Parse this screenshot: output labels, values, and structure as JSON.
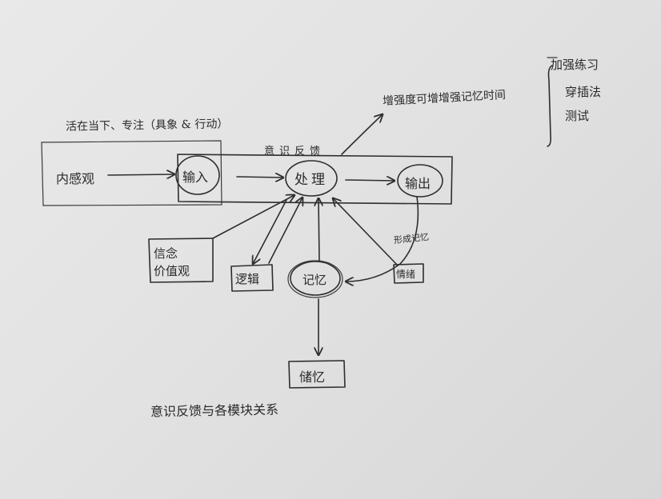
{
  "diagram": {
    "header_note": "活在当下、专注（具象 & 行动）",
    "feedback_label": "意识反馈",
    "top_note": "增强度可增增强记忆时间",
    "right_list": [
      "加强练习",
      "穿插法",
      "测试"
    ],
    "nodes": {
      "feeling": "内感观",
      "input": "输入",
      "process": "处理",
      "output": "输出",
      "belief_line1": "信念",
      "belief_line2": "价值观",
      "logic": "逻辑",
      "memory": "记忆",
      "emotion": "情绪",
      "storage": "储忆"
    },
    "arrow_note": "形成记忆",
    "caption": "意识反馈与各模块关系"
  }
}
